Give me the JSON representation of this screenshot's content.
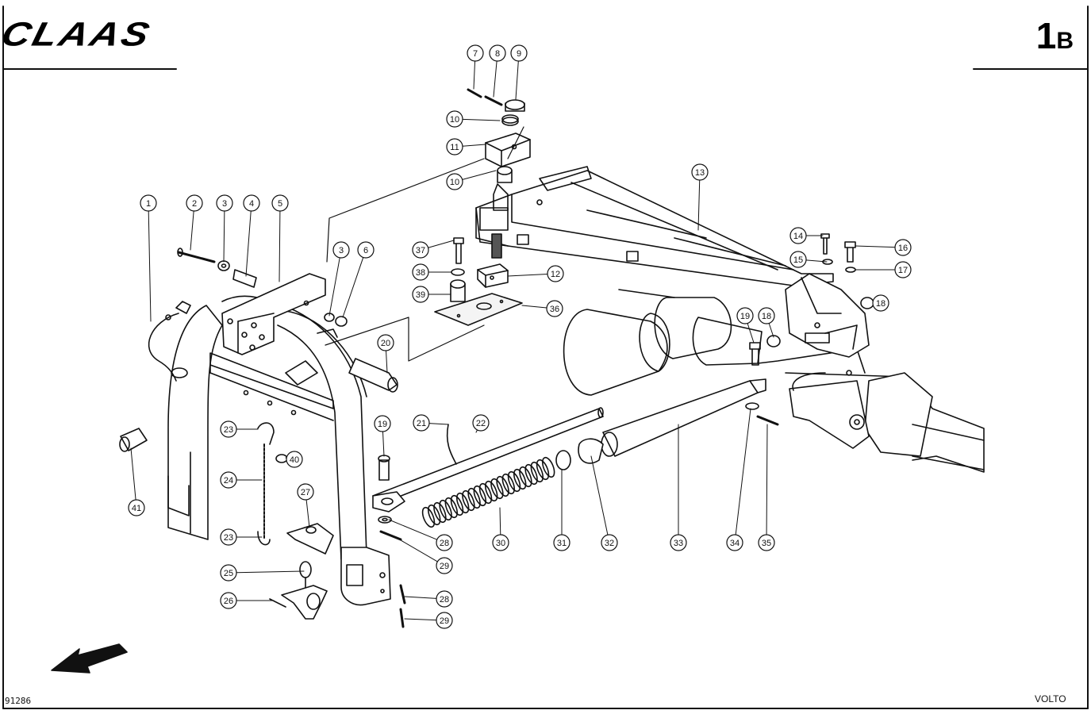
{
  "header": {
    "brand_logo": "CLAAS",
    "page_number": "1",
    "page_suffix": "B"
  },
  "footer": {
    "drawing_number": "91286",
    "model_name": "VOLTO"
  },
  "diagram": {
    "title": "",
    "callouts": [
      "1",
      "2",
      "3",
      "4",
      "5",
      "3",
      "6",
      "7",
      "8",
      "9",
      "10",
      "11",
      "10",
      "12",
      "13",
      "14",
      "15",
      "16",
      "17",
      "18",
      "19",
      "18",
      "20",
      "21",
      "22",
      "23",
      "24",
      "23",
      "25",
      "26",
      "27",
      "28",
      "29",
      "28",
      "29",
      "30",
      "31",
      "32",
      "33",
      "34",
      "35",
      "36",
      "37",
      "38",
      "39",
      "40",
      "41",
      "19"
    ],
    "arrow_icon": "direction-arrow-icon"
  },
  "colors": {
    "ink": "#111111",
    "paper": "#ffffff",
    "fill_light": "#f4f4f4",
    "fill_dark": "#555555"
  }
}
